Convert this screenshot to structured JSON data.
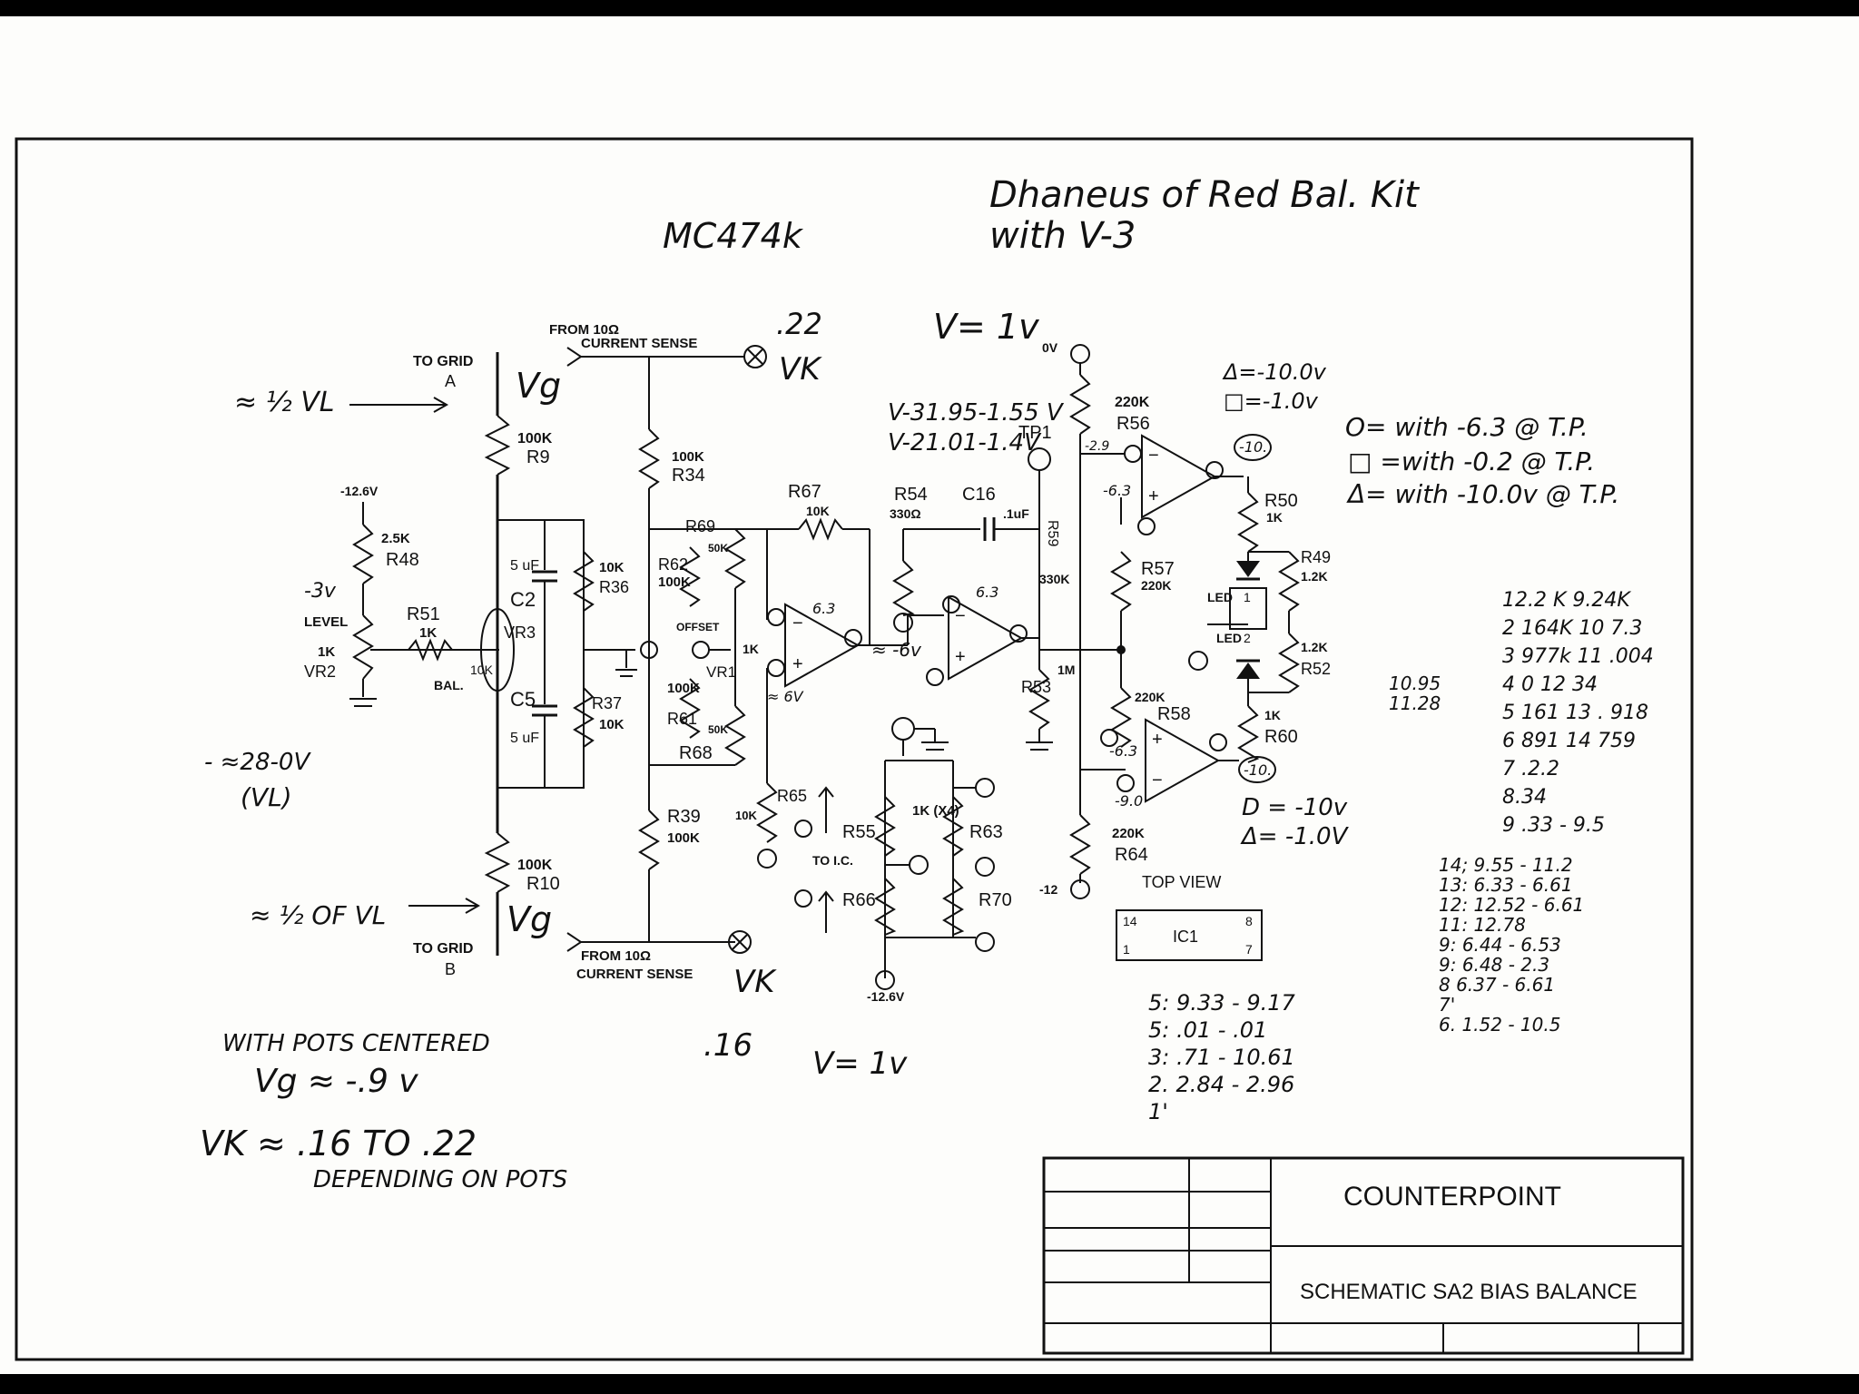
{
  "drawing": {
    "company": "COUNTERPOINT",
    "title": "SCHEMATIC SA2 BIAS BALANCE",
    "header_note_1": "Dhaneus of Red Bal. Kit",
    "header_note_2": "with V-3",
    "chip_note": "MC474k"
  },
  "components": {
    "r9": "R9",
    "r9_val": "100K",
    "r10": "R10",
    "r10_val": "100K",
    "r34": "R34",
    "r34_val": "100K",
    "r39": "R39",
    "r39_val": "100K",
    "r48": "R48",
    "r48_val": "2.5K",
    "r51": "R51",
    "r51_val": "1K",
    "r36": "R36",
    "r36_val": "10K",
    "r37": "R37",
    "r37_val": "10K",
    "vr2": "VR2",
    "vr2_val": "1K",
    "vr3": "VR3",
    "vr3_val": "10K",
    "c2": "C2",
    "c2_val": "5 uF",
    "c5": "C5",
    "c5_val": "5 uF",
    "r62": "R62",
    "r62_val": "100K",
    "r61": "R61",
    "r61_val": "100K",
    "r69": "R69",
    "r69_val": "50K",
    "r68": "R68",
    "r68_val": "50K",
    "vr1": "VR1",
    "vr1_val": "1K",
    "r67": "R67",
    "r67_val": "10K",
    "r54": "R54",
    "r54_val": "330Ω",
    "c16": "C16",
    "c16_val": ".1uF",
    "r53": "R53",
    "r53_val": "1M",
    "r59": "R59",
    "r59_val": "330K",
    "r56": "R56",
    "r56_val": "220K",
    "r57": "R57",
    "r57_val": "220K",
    "r58": "R58",
    "r58_val": "220K",
    "r64": "R64",
    "r64_val": "220K",
    "r50": "R50",
    "r50_val": "1K",
    "r49": "R49",
    "r49_val": "1.2K",
    "r52": "R52",
    "r52_val": "1.2K",
    "r60": "R60",
    "r60_val": "1K",
    "r65": "R65",
    "r65_val": "10K",
    "r55": "R55",
    "r63": "R63",
    "r66": "R66",
    "r70": "R70",
    "rnet": "1K (X4)",
    "tp1": "TP1",
    "ic1": "IC1",
    "top_view": "TOP VIEW",
    "led": "LED",
    "to_ic": "TO I.C."
  },
  "labels": {
    "to_grid_a": "TO GRID",
    "a": "A",
    "to_grid_b": "TO GRID",
    "b": "B",
    "from_top": "FROM 10Ω",
    "current_sense_top": "CURRENT SENSE",
    "from_bottom": "FROM 10Ω",
    "current_sense_bottom": "CURRENT SENSE",
    "level": "LEVEL",
    "bal": "BAL.",
    "offset": "OFFSET",
    "minus_12_6_top": "-12.6V",
    "minus_12_6_bottom": "-12.6V",
    "minus_3v": "-3v",
    "ov": "0V",
    "minus_12": "-12",
    "v_minus_6": "≈ -6v",
    "approx_6v": "≈ 6V",
    "pin14": "14",
    "pin8": "8",
    "pin1": "1",
    "pin7": "7"
  },
  "handwritten": {
    "half_vl_top": "≈ ½ VL",
    "half_vl_bottom": "≈ ½ OF VL",
    "minus_28": "- ≈28-0V",
    "vl": "(VL)",
    "vg_top": "Vg",
    "vg_bottom": "Vg",
    "vk_top": "VK",
    "vk_bottom": "VK",
    "pt22": ".22",
    "v1_top": "V= 1v",
    "v1_bottom": "V= 1v",
    "pt16": ".16",
    "meas1": "V-31.95-1.55 V",
    "meas2": "V-21.01-1.4V",
    "with_pots": "WITH POTS CENTERED",
    "vg_approx": "Vg ≈ -.9 v",
    "vk_approx": "VK ≈ .16 TO .22",
    "depending": "DEPENDING ON POTS",
    "tri_legend": "Δ=-10.0v",
    "sq_legend": "□=-1.0v",
    "o_with": "O= with -6.3 @ T.P.",
    "sq_with": "□ =with -0.2 @ T.P.",
    "tri_with": "Δ= with -10.0v @ T.P.",
    "minus10_top": "-10.",
    "minus10_bottom": "-10.",
    "d_legend": "D = -10v",
    "delta_legend": "Δ= -1.0V",
    "v_neg63": "-6.3",
    "v_neg63b": "-6.3",
    "v_neg29": "-2.9",
    "v_neg9": "-9.0",
    "v_neg3": "-3v",
    "v_63": "6.3",
    "c_6_3": "6.3"
  },
  "table_right": [
    "12.2 K  9.24K",
    "2 164K  10  7.3",
    "3 977k 11  .004",
    "4 0     12  34",
    "5 161   13 . 918",
    "6 891   14  759",
    "7 .2.2",
    "8.34",
    "9 .33 - 9.5",
    "14;  9.55 - 11.2",
    "13:  6.33 - 6.61",
    "12:  12.52 - 6.61",
    "11:  12.78",
    "9:  6.44 - 6.53",
    "9:  6.48 - 2.3",
    "8  6.37 - 6.61",
    "7'",
    "6. 1.52 - 10.5"
  ],
  "table_mid": [
    "5: 9.33 - 9.17",
    "5: .01 - .01",
    "3: .71 - 10.61",
    "2. 2.84 - 2.96",
    "1'"
  ],
  "side_vals": [
    "10.95",
    "11.28"
  ]
}
